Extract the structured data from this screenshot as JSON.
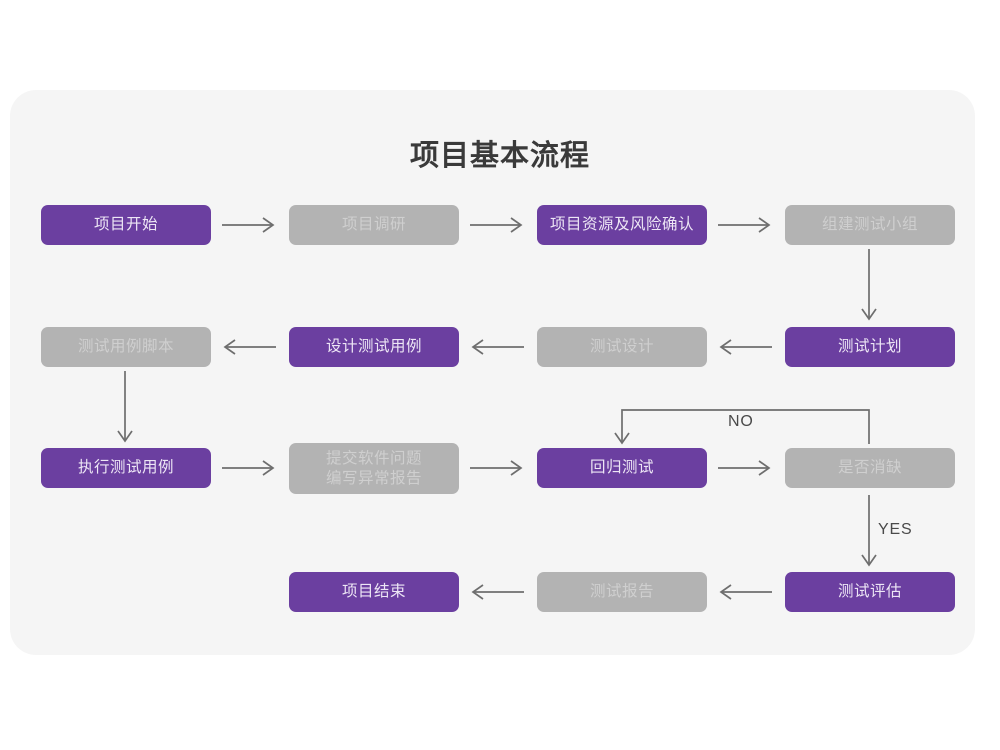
{
  "page": {
    "title": "项目基本流程",
    "background_color": "#ffffff",
    "panel_color": "#f5f5f5"
  },
  "theme": {
    "accent_purple": "#6b3fa0",
    "muted_gray": "#b3b3b3",
    "purple_text": "#ede6f5",
    "gray_text": "#cfcfcf",
    "connector": "#6e6e6e",
    "title_text": "#3a3a3a"
  },
  "flow": {
    "rows": [
      {
        "id": "row-1",
        "nodes": [
          {
            "id": "n1",
            "label": "项目开始",
            "style": "purple"
          },
          {
            "id": "n2",
            "label": "项目调研",
            "style": "gray"
          },
          {
            "id": "n3",
            "label": "项目资源及风险确认",
            "style": "purple"
          },
          {
            "id": "n4",
            "label": "组建测试小组",
            "style": "gray"
          }
        ]
      },
      {
        "id": "row-2",
        "nodes": [
          {
            "id": "n5",
            "label": "测试用例脚本",
            "style": "gray"
          },
          {
            "id": "n6",
            "label": "设计测试用例",
            "style": "purple"
          },
          {
            "id": "n7",
            "label": "测试设计",
            "style": "gray"
          },
          {
            "id": "n8",
            "label": "测试计划",
            "style": "purple"
          }
        ]
      },
      {
        "id": "row-3",
        "nodes": [
          {
            "id": "n9",
            "label": "执行测试用例",
            "style": "purple"
          },
          {
            "id": "n10",
            "label_line1": "提交软件问题",
            "label_line2": "编写异常报告",
            "style": "gray"
          },
          {
            "id": "n11",
            "label": "回归测试",
            "style": "purple"
          },
          {
            "id": "n12",
            "label": "是否消缺",
            "style": "gray"
          }
        ]
      },
      {
        "id": "row-4",
        "nodes": [
          {
            "id": "n13",
            "label": "项目结束",
            "style": "purple"
          },
          {
            "id": "n14",
            "label": "测试报告",
            "style": "gray"
          },
          {
            "id": "n15",
            "label": "测试评估",
            "style": "purple"
          }
        ]
      }
    ],
    "edge_labels": {
      "no": "NO",
      "yes": "YES"
    }
  }
}
